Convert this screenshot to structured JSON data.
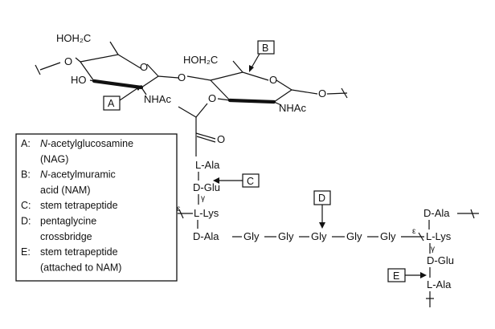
{
  "sugars": {
    "nag": {
      "hoh2c": "HOH₂C",
      "o4": "O",
      "ho3": "HO",
      "ring_o": "O",
      "nhac": "NHAc",
      "glyco_o": "O"
    },
    "nam": {
      "hoh2c": "HOH₂C",
      "ring_o": "O",
      "nhac": "NHAc",
      "o1": "O",
      "o3": "O"
    },
    "lactyl": {
      "carbonyl_o": "O"
    }
  },
  "stem_left": {
    "residues": [
      "L-Ala",
      "D-Glu",
      "L-Lys",
      "D-Ala"
    ],
    "gamma": "γ",
    "epsilon": "ε"
  },
  "bridge": {
    "residues": [
      "Gly",
      "Gly",
      "Gly",
      "Gly",
      "Gly"
    ]
  },
  "stem_right": {
    "residues": [
      "D-Ala",
      "L-Lys",
      "D-Glu",
      "L-Ala"
    ],
    "gamma": "γ",
    "epsilon": "ε"
  },
  "tags": {
    "A": "A",
    "B": "B",
    "C": "C",
    "D": "D",
    "E": "E"
  },
  "legend": {
    "lines": [
      {
        "key": "A:",
        "text_italic": "N",
        "text": "-acetylglucosamine"
      },
      {
        "key": "",
        "text_italic": "",
        "text": "(NAG)"
      },
      {
        "key": "B:",
        "text_italic": "N",
        "text": "-acetylmuramic"
      },
      {
        "key": "",
        "text_italic": "",
        "text": "acid (NAM)"
      },
      {
        "key": "C:",
        "text_italic": "",
        "text": "stem tetrapeptide"
      },
      {
        "key": "D:",
        "text_italic": "",
        "text": "pentaglycine"
      },
      {
        "key": "",
        "text_italic": "",
        "text": "crossbridge"
      },
      {
        "key": "E:",
        "text_italic": "",
        "text": "stem tetrapeptide"
      },
      {
        "key": "",
        "text_italic": "",
        "text": "(attached to NAM)"
      }
    ]
  }
}
